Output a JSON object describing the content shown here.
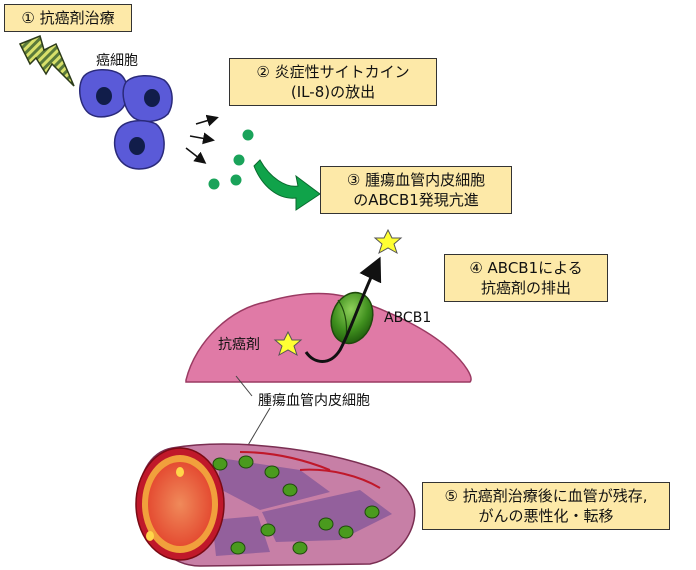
{
  "steps": {
    "step1": {
      "line1": "① 抗癌剤治療"
    },
    "step2": {
      "line1": "② 炎症性サイトカイン",
      "line2": "(IL-8)の放出"
    },
    "step3": {
      "line1": "③ 腫瘍血管内皮細胞",
      "line2": "のABCB1発現亢進"
    },
    "step4": {
      "line1": "④ ABCB1による",
      "line2": "抗癌剤の排出"
    },
    "step5": {
      "line1": "⑤ 抗癌剤治療後に血管が残存,",
      "line2": "がんの悪性化・転移"
    }
  },
  "labels": {
    "cancer_cells": "癌細胞",
    "anticancer_drug": "抗癌剤",
    "abcb1": "ABCB1",
    "endothelial_cell": "腫瘍血管内皮細胞"
  },
  "colors": {
    "box_fill": "#fde9a8",
    "cancer_cell": "#5b5bd6",
    "cytokine": "#1aa35a",
    "endothelial": "#e07aa0",
    "abcb1": "#4a9a1e",
    "drug": "#ffff33"
  }
}
